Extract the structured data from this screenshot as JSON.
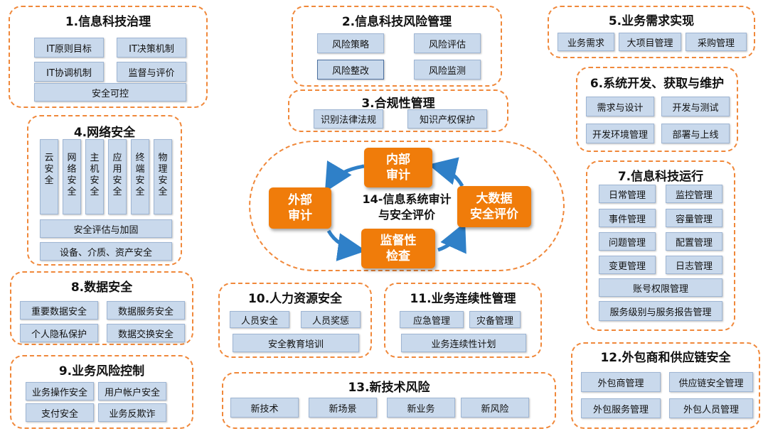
{
  "p1": {
    "title": "1.信息科技治理",
    "items": [
      "IT原则目标",
      "IT决策机制",
      "IT协调机制",
      "监督与评价",
      "安全可控"
    ]
  },
  "p2": {
    "title": "2.信息科技风险管理",
    "items": [
      "风险策略",
      "风险评估",
      "风险整改",
      "风险监测"
    ]
  },
  "p3": {
    "title": "3.合规性管理",
    "items": [
      "识别法律法规",
      "知识产权保护"
    ]
  },
  "p4": {
    "title": "4.网络安全",
    "vertical": [
      "云安全",
      "网络安全",
      "主机安全",
      "应用安全",
      "终端安全",
      "物理安全"
    ],
    "items": [
      "安全评估与加固",
      "设备、介质、资产安全"
    ]
  },
  "p5": {
    "title": "5.业务需求实现",
    "items": [
      "业务需求",
      "大项目管理",
      "采购管理"
    ]
  },
  "p6": {
    "title": "6.系统开发、获取与维护",
    "items": [
      "需求与设计",
      "开发与测试",
      "开发环境管理",
      "部署与上线"
    ]
  },
  "p7": {
    "title": "7.信息科技运行",
    "items": [
      "日常管理",
      "监控管理",
      "事件管理",
      "容量管理",
      "问题管理",
      "配置管理",
      "变更管理",
      "日志管理",
      "账号权限管理",
      "服务级别与服务报告管理"
    ]
  },
  "p8": {
    "title": "8.数据安全",
    "items": [
      "重要数据安全",
      "数据服务安全",
      "个人隐私保护",
      "数据交换安全"
    ]
  },
  "p9": {
    "title": "9.业务风险控制",
    "items": [
      "业务操作安全",
      "用户帐户安全",
      "支付安全",
      "业务反欺诈"
    ]
  },
  "p10": {
    "title": "10.人力资源安全",
    "items": [
      "人员安全",
      "人员奖惩",
      "安全教育培训"
    ]
  },
  "p11": {
    "title": "11.业务连续性管理",
    "items": [
      "应急管理",
      "灾备管理",
      "业务连续性计划"
    ]
  },
  "p12": {
    "title": "12.外包商和供应链安全",
    "items": [
      "外包商管理",
      "供应链安全管理",
      "外包服务管理",
      "外包人员管理"
    ]
  },
  "p13": {
    "title": "13.新技术风险",
    "items": [
      "新技术",
      "新场景",
      "新业务",
      "新风险"
    ]
  },
  "p14": {
    "title": "14-信息系统审计",
    "subtitle": "与安全评价",
    "nodes": {
      "top": "内部\n审计",
      "left": "外部\n审计",
      "right": "大数据\n安全评价",
      "bottom": "监督性\n检查"
    }
  },
  "colors": {
    "accent": "#f07c0a",
    "border": "#f0883a",
    "box": "#c9d9ec",
    "arrow": "#2f80c8"
  }
}
